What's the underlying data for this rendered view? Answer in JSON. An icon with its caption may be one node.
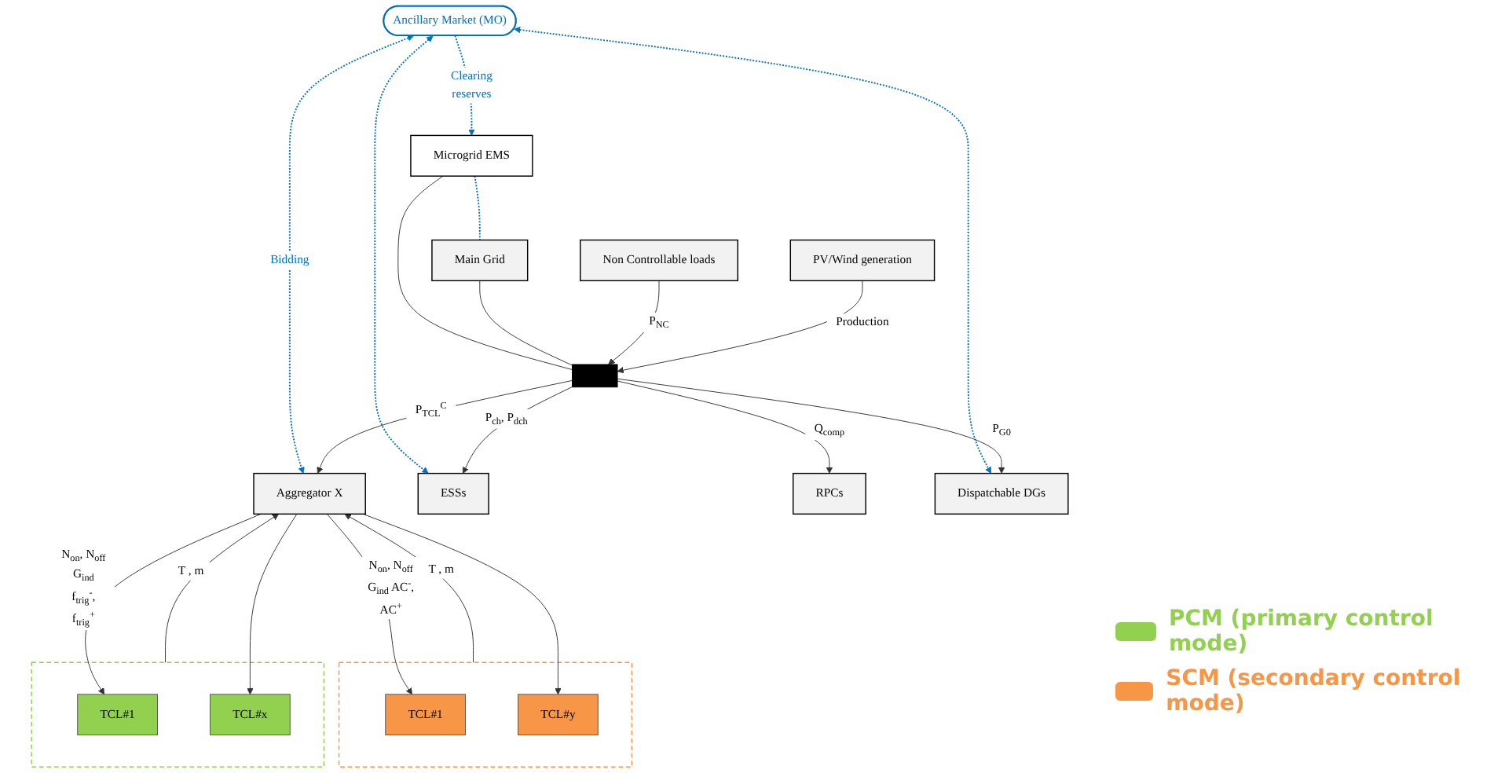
{
  "diagram": {
    "nodes": [
      {
        "text": [
          "Ancillary Market (MO)"
        ]
      },
      {
        "text": [
          "Microgrid EMS"
        ]
      },
      {
        "text": [
          "Main Grid"
        ]
      },
      {
        "text": [],
        "shape": "bar"
      },
      {
        "text": [
          "Aggregator X"
        ]
      },
      {
        "text": [
          "ESSs"
        ]
      },
      {
        "text": [
          "RPCs"
        ]
      },
      {
        "text": [
          "Non Controllable loads"
        ]
      },
      {
        "text": [
          "PV/Wind generation"
        ]
      },
      {
        "text": [
          "Dispatchable DGs"
        ]
      },
      {
        "text": [],
        "shape": "box"
      },
      {
        "text": [
          "TCL#1"
        ],
        "in": 10
      },
      {
        "text": [
          "TCL#x"
        ],
        "in": 10
      },
      {
        "text": [],
        "shape": "box"
      },
      {
        "text": [
          "TCL#1"
        ],
        "in": 13
      },
      {
        "text": [
          "TCL#y"
        ],
        "in": 13
      }
    ],
    "edges": [
      {
        "from": 0,
        "to": 1,
        "arrow": "to",
        "label": "Clearing reserves",
        "style": "dashed",
        "color": "#0070c0"
      },
      {
        "from": 1,
        "to": 2,
        "arrow": "none",
        "style": "dashed",
        "color": "#0070c0"
      },
      {
        "from": 1,
        "to": 3,
        "arrow": "none"
      },
      {
        "from": 2,
        "to": 3,
        "arrow": "none"
      },
      {
        "from": 0,
        "to": 4,
        "arrow": "both",
        "label": "Bidding",
        "style": "dashed",
        "color": "#0070c0"
      },
      {
        "from": 0,
        "to": 5,
        "arrow": "both",
        "style": "dashed",
        "color": "#0070c0"
      },
      {
        "from": 0,
        "to": 9,
        "arrow": "both",
        "style": "dashed",
        "color": "#0070c0"
      },
      {
        "from": 3,
        "to": 4,
        "arrow": "to",
        "label": "P$_{TCL}$$^{C}$"
      },
      {
        "from": 3,
        "to": 5,
        "arrow": "to",
        "label": "P$_{ch}$, P$_{dch}$"
      },
      {
        "from": 3,
        "to": 6,
        "arrow": "to",
        "label": "Q$_{comp}$"
      },
      {
        "from": 7,
        "to": 3,
        "arrow": "to",
        "label": "P$_{NC}$"
      },
      {
        "from": 8,
        "to": 3,
        "arrow": "to",
        "label": "Production"
      },
      {
        "from": 3,
        "to": 9,
        "arrow": "to",
        "label": "P$_{G0}$"
      },
      {
        "from": 10,
        "to": 4,
        "arrow": "to",
        "label": "T , m"
      },
      {
        "from": 13,
        "to": 4,
        "arrow": "to",
        "label": "T , m"
      },
      {
        "from": 4,
        "to": 11,
        "arrow": "to",
        "label": "N$_{on}$, N$_{off}$ G$_{ind}$ f$_{trig}$$^{-}$, f$_{trig}$$^{+}$"
      },
      {
        "from": 4,
        "to": 12,
        "arrow": "to"
      },
      {
        "from": 4,
        "to": 14,
        "arrow": "to",
        "label": "N$_{on}$, N$_{off}$ G$_{ind}$ AC$^{-}$, AC$^{+}$"
      },
      {
        "from": 4,
        "to": 15,
        "arrow": "to"
      }
    ],
    "legend": [
      {
        "text": "PCM (primary control mode)",
        "color": "#92d050"
      },
      {
        "text": "SCM (secondary control mode)",
        "color": "#f79646"
      }
    ]
  }
}
